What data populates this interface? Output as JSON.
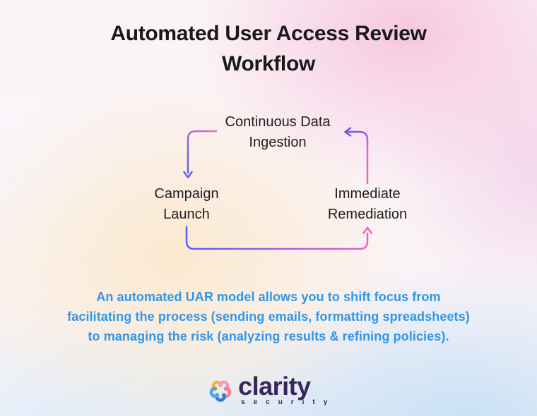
{
  "title": {
    "line1": "Automated User Access Review",
    "line2": "Workflow"
  },
  "diagram": {
    "type": "cyclic-workflow",
    "nodes": [
      {
        "id": "continuous-data-ingestion",
        "label": "Continuous Data\nIngestion"
      },
      {
        "id": "campaign-launch",
        "label": "Campaign\nLaunch"
      },
      {
        "id": "immediate-remediation",
        "label": "Immediate\nRemediation"
      }
    ],
    "edges": [
      {
        "from": "continuous-data-ingestion",
        "to": "campaign-launch"
      },
      {
        "from": "campaign-launch",
        "to": "immediate-remediation"
      },
      {
        "from": "immediate-remediation",
        "to": "continuous-data-ingestion"
      }
    ],
    "arrow_gradient": {
      "pink": "#F063C8",
      "blue": "#5C63EE"
    }
  },
  "caption": {
    "lines": [
      "An automated UAR model allows you to shift focus from",
      "facilitating the process (sending emails, formatting spreadsheets)",
      "to managing the risk (analyzing results & refining policies)."
    ],
    "color": "#2F96EA"
  },
  "footer": {
    "brand_name": "clarity",
    "brand_sub": "s e c u r i t y",
    "brand_color": "#38245E",
    "logo_mark_colors": {
      "yellow": "#F7B239",
      "pink": "#F79BBB",
      "coral": "#F4818D",
      "blue": "#2E7CE0",
      "light_blue": "#4FA8E8"
    }
  }
}
